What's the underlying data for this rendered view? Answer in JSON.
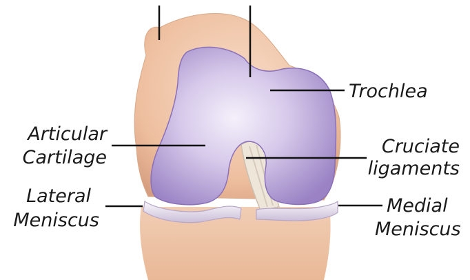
{
  "labels": {
    "trochlea": "Trochlea",
    "articular_line1": "Articular",
    "articular_line2": "Cartilage",
    "cruciate_line1": "Cruciate",
    "cruciate_line2": "ligaments",
    "lateral_line1": "Lateral",
    "lateral_line2": "Meniscus",
    "medial_line1": "Medial",
    "medial_line2": "Meniscus"
  },
  "colors": {
    "cartilage": "#c7b6e0",
    "cartilage_dark": "#9b84c6",
    "bone": "#f0c8ad",
    "bone_shadow": "#dba98a",
    "meniscus": "#f1ecf4",
    "ligament": "#efe6da",
    "leader_line": "#111111"
  }
}
